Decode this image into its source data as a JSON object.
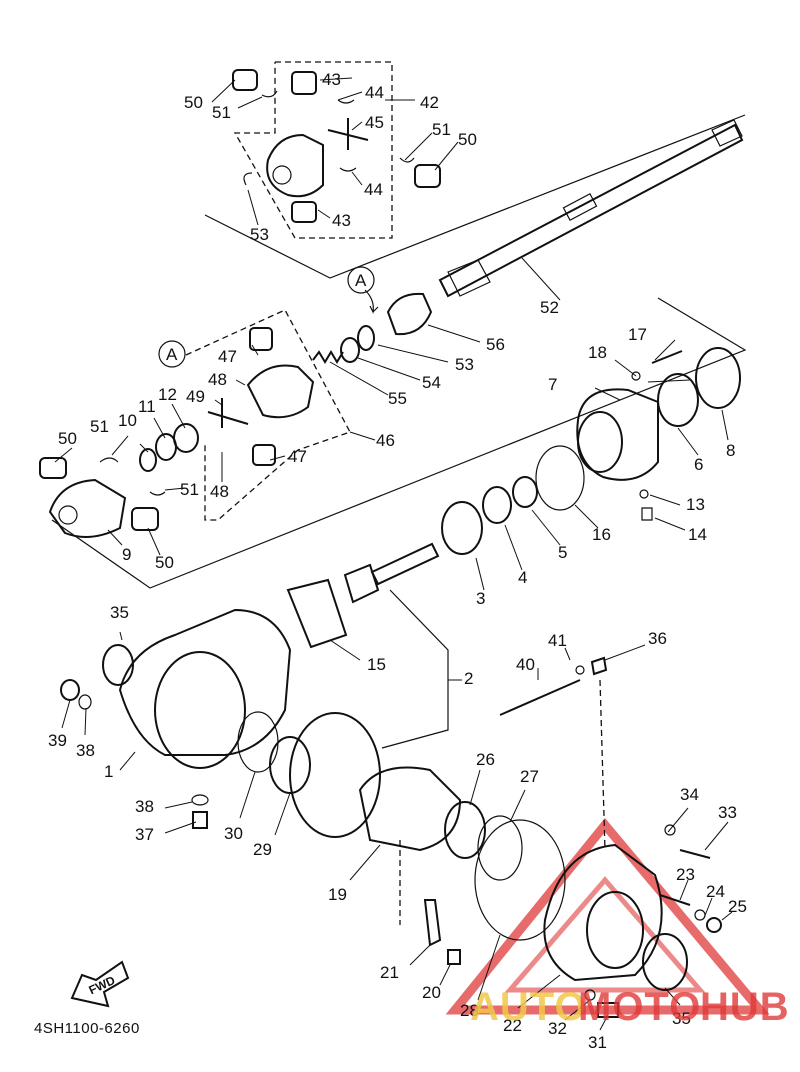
{
  "diagram_code": "4SH1100-6260",
  "fwd_label": "FWD",
  "callout_letter": "A",
  "watermark": {
    "part1": "AUTO",
    "part2": "MOTO",
    "part3": "HUB",
    "color1": "#f0c84a",
    "color2": "#e03a3a"
  },
  "labels": {
    "l1": "1",
    "l2": "2",
    "l3": "3",
    "l4": "4",
    "l5": "5",
    "l6": "6",
    "l7": "7",
    "l8": "8",
    "l9": "9",
    "l10": "10",
    "l11": "11",
    "l12": "12",
    "l13": "13",
    "l14": "14",
    "l15": "15",
    "l16": "16",
    "l17": "17",
    "l18": "18",
    "l19": "19",
    "l20": "20",
    "l21": "21",
    "l22": "22",
    "l23": "23",
    "l24": "24",
    "l25": "25",
    "l26": "26",
    "l27": "27",
    "l28": "28",
    "l29": "29",
    "l30": "30",
    "l31": "31",
    "l32": "32",
    "l33": "33",
    "l34": "34",
    "l35a": "35",
    "l35b": "35",
    "l36": "36",
    "l37": "37",
    "l38a": "38",
    "l38b": "38",
    "l39": "39",
    "l40": "40",
    "l41": "41",
    "l42": "42",
    "l43a": "43",
    "l43b": "43",
    "l44a": "44",
    "l44b": "44",
    "l45": "45",
    "l46": "46",
    "l47a": "47",
    "l47b": "47",
    "l48a": "48",
    "l48b": "48",
    "l49": "49",
    "l50a": "50",
    "l50b": "50",
    "l50c": "50",
    "l50d": "50",
    "l51a": "51",
    "l51b": "51",
    "l51c": "51",
    "l51d": "51",
    "l52": "52",
    "l53a": "53",
    "l53b": "53",
    "l54": "54",
    "l55": "55",
    "l56": "56"
  }
}
